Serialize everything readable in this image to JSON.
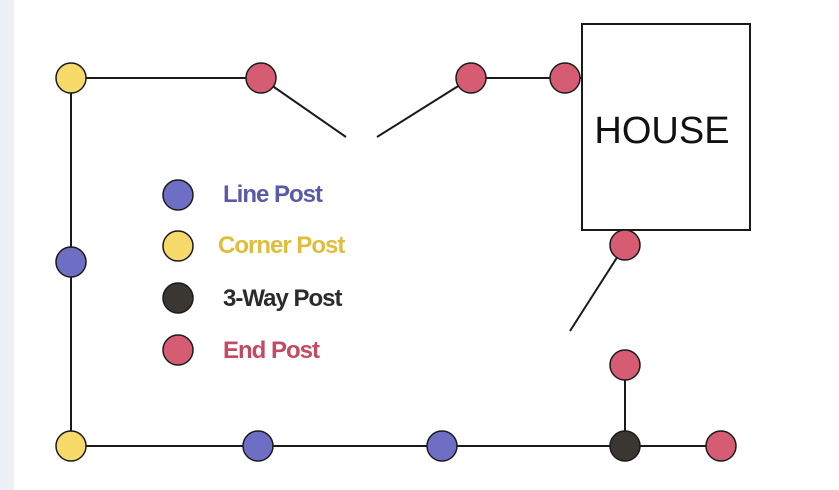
{
  "colors": {
    "line_post": "#6e6fc4",
    "corner_post": "#f7da6a",
    "three_way_post": "#3a3733",
    "end_post": "#d65c74",
    "line_post_text": "#5b5aa8",
    "corner_post_text": "#e0bd3c",
    "three_way_post_text": "#2b2b2b",
    "end_post_text": "#c14b62"
  },
  "house": {
    "label": "HOUSE"
  },
  "legend": [
    {
      "key": "line_post",
      "label": "Line Post",
      "icon": "circle"
    },
    {
      "key": "corner_post",
      "label": "Corner Post",
      "icon": "circle"
    },
    {
      "key": "three_way_post",
      "label": "3-Way Post",
      "icon": "circle"
    },
    {
      "key": "end_post",
      "label": "End Post",
      "icon": "circle"
    }
  ]
}
